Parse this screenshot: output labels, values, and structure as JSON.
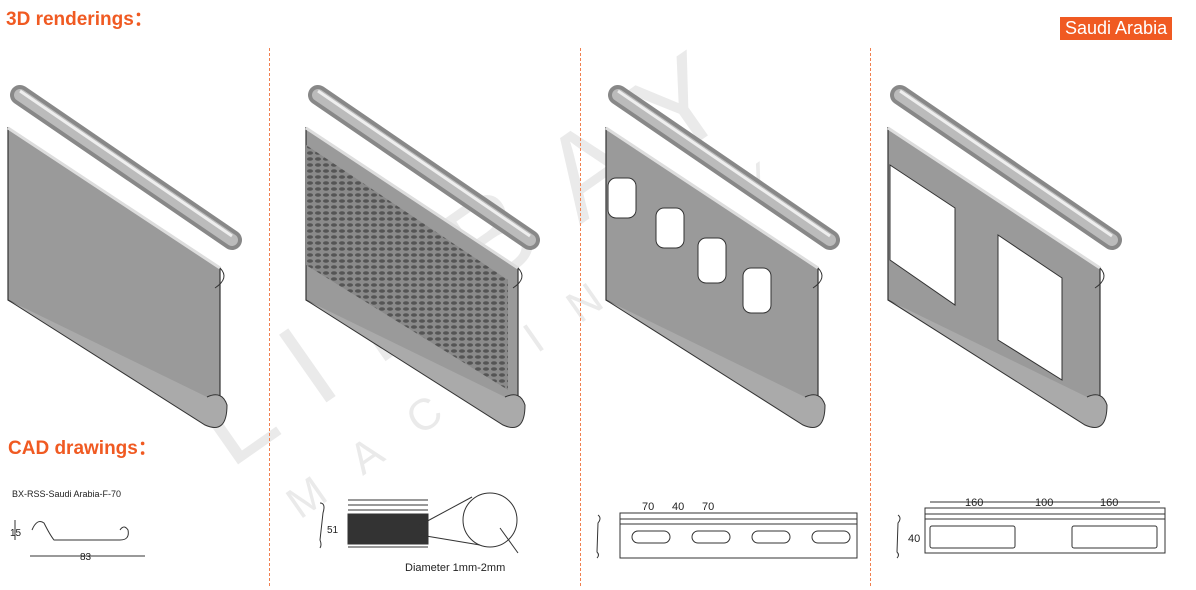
{
  "headings": {
    "renderings": "3D renderings：",
    "cad": "CAD drawings："
  },
  "badge": "Saudi Arabia",
  "watermark": {
    "brand": "LINBAY",
    "sub": "MACHINERY"
  },
  "cad": {
    "model": "BX-RSS-Saudi Arabia-F-70",
    "dim_height": "15",
    "dim_width": "83",
    "perf_height": "51",
    "perf_note": "Diameter 1mm-2mm",
    "slot_a": "70",
    "slot_gap": "40",
    "slot_b": "70",
    "win_a": "160",
    "win_gap": "100",
    "win_b": "160",
    "win_height": "40"
  },
  "colors": {
    "accent": "#f05a22",
    "panel": "#9a9a9a"
  }
}
